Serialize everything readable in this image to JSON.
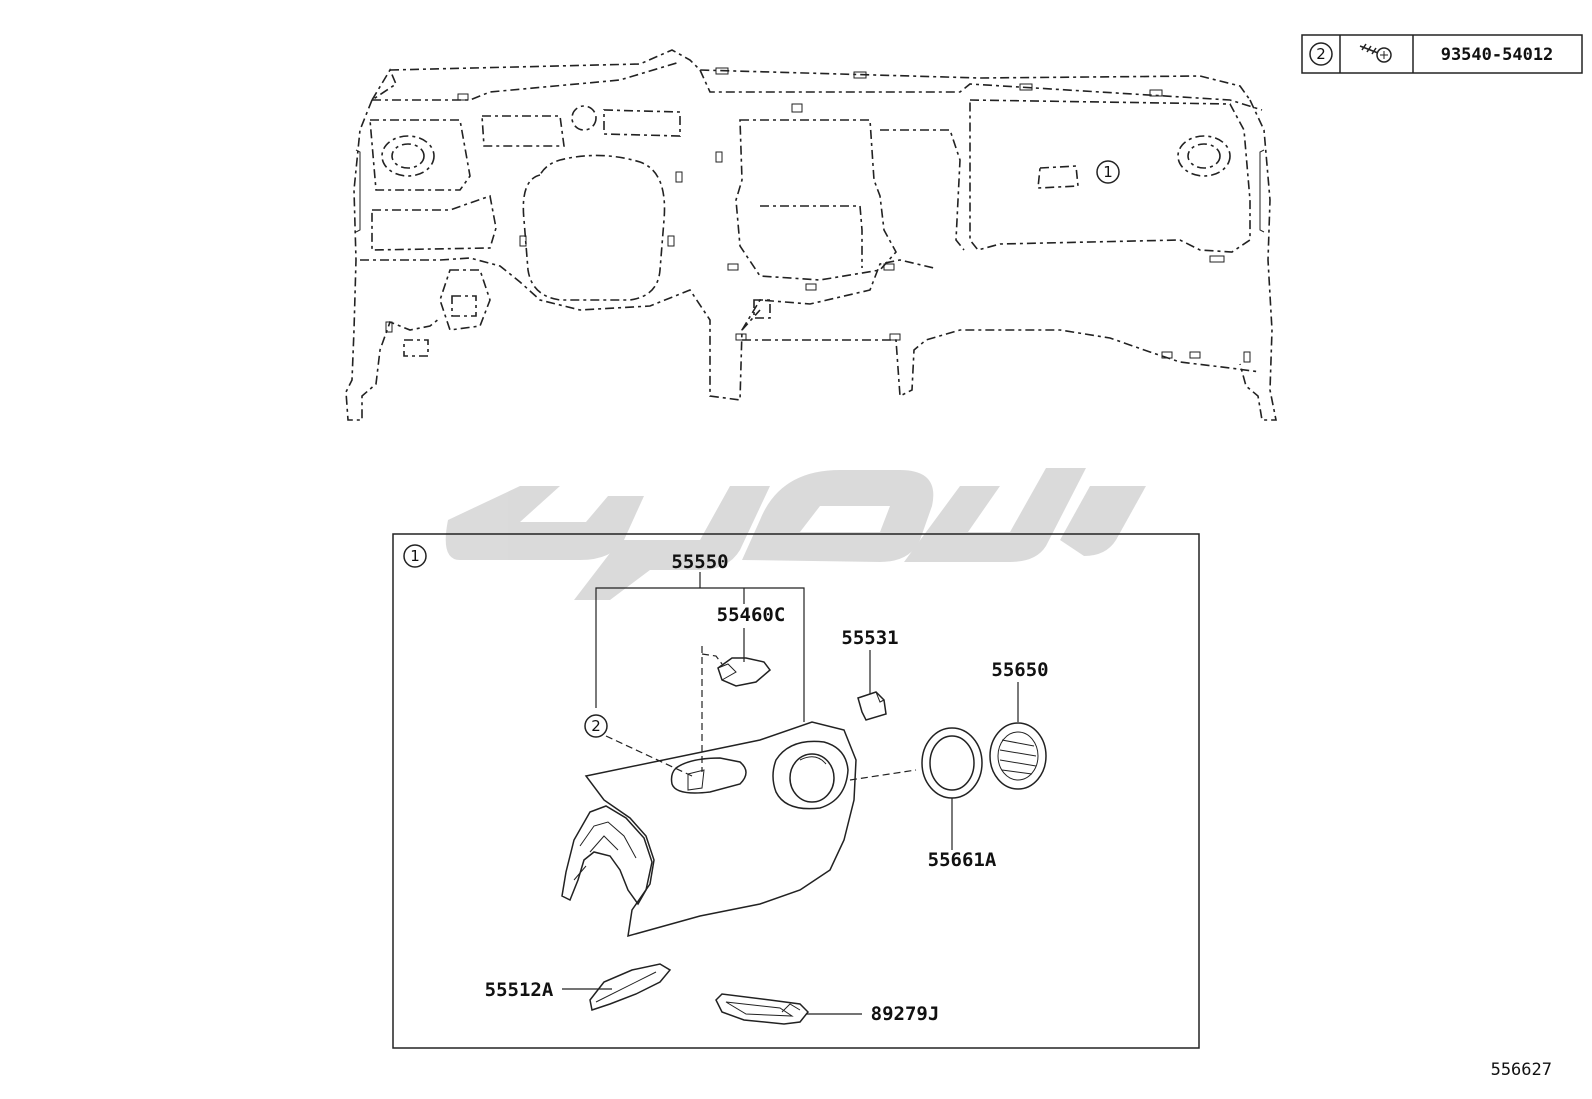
{
  "fastener_table": {
    "ref": "2",
    "part_number": "93540-54012",
    "icon": "screw-icon"
  },
  "assembly_ref": "1",
  "callouts": {
    "p55550": "55550",
    "p55460c": "55460C",
    "p55531": "55531",
    "p55650": "55650",
    "p55661a": "55661A",
    "p55512a": "55512A",
    "p89279j": "89279J",
    "ref2": "2"
  },
  "diagram_number": "556627",
  "colors": {
    "line": "#222222",
    "watermark": "#d9d9d9"
  }
}
